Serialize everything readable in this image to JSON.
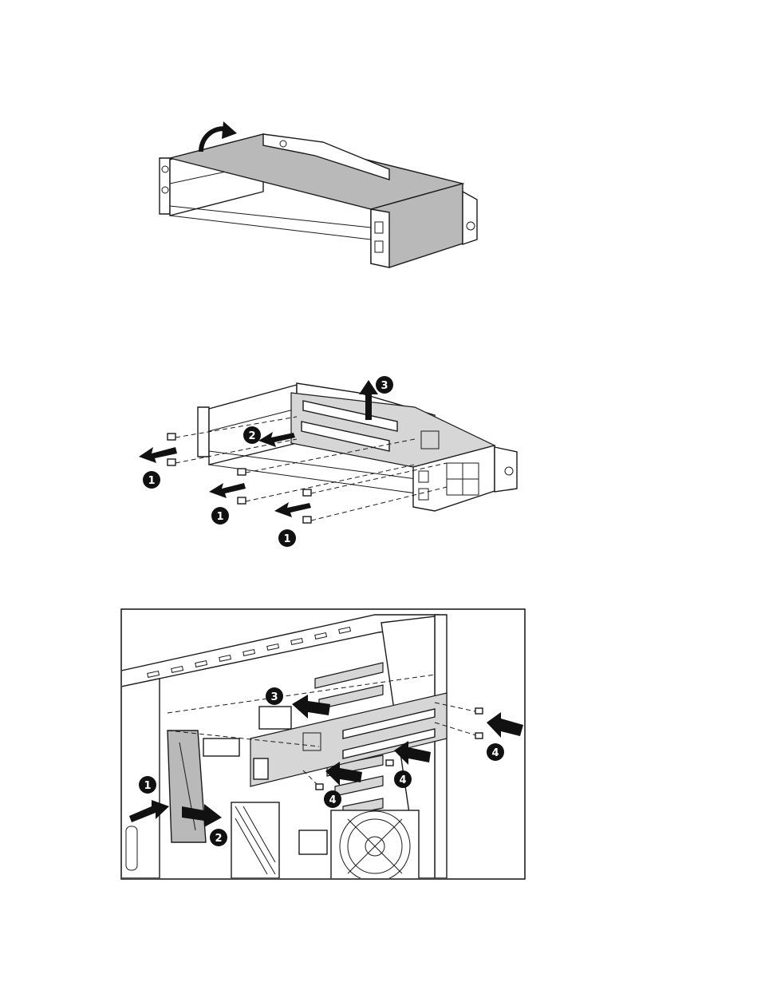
{
  "figures": [
    {
      "id": "figure-1",
      "description_label": ""
    },
    {
      "id": "figure-2",
      "callouts": [
        "1",
        "1",
        "1",
        "2",
        "3"
      ]
    },
    {
      "id": "figure-3",
      "callouts": [
        "1",
        "2",
        "3",
        "4",
        "4",
        "4"
      ]
    }
  ],
  "callouts": {
    "fig2_c1a": "1",
    "fig2_c1b": "1",
    "fig2_c1c": "1",
    "fig2_c2": "2",
    "fig2_c3": "3",
    "fig3_c1": "1",
    "fig3_c2": "2",
    "fig3_c3": "3",
    "fig3_c4a": "4",
    "fig3_c4b": "4",
    "fig3_c4c": "4"
  },
  "colors": {
    "ink": "#1a1a1a",
    "panel": "#b9b9b9",
    "background": "#ffffff"
  }
}
